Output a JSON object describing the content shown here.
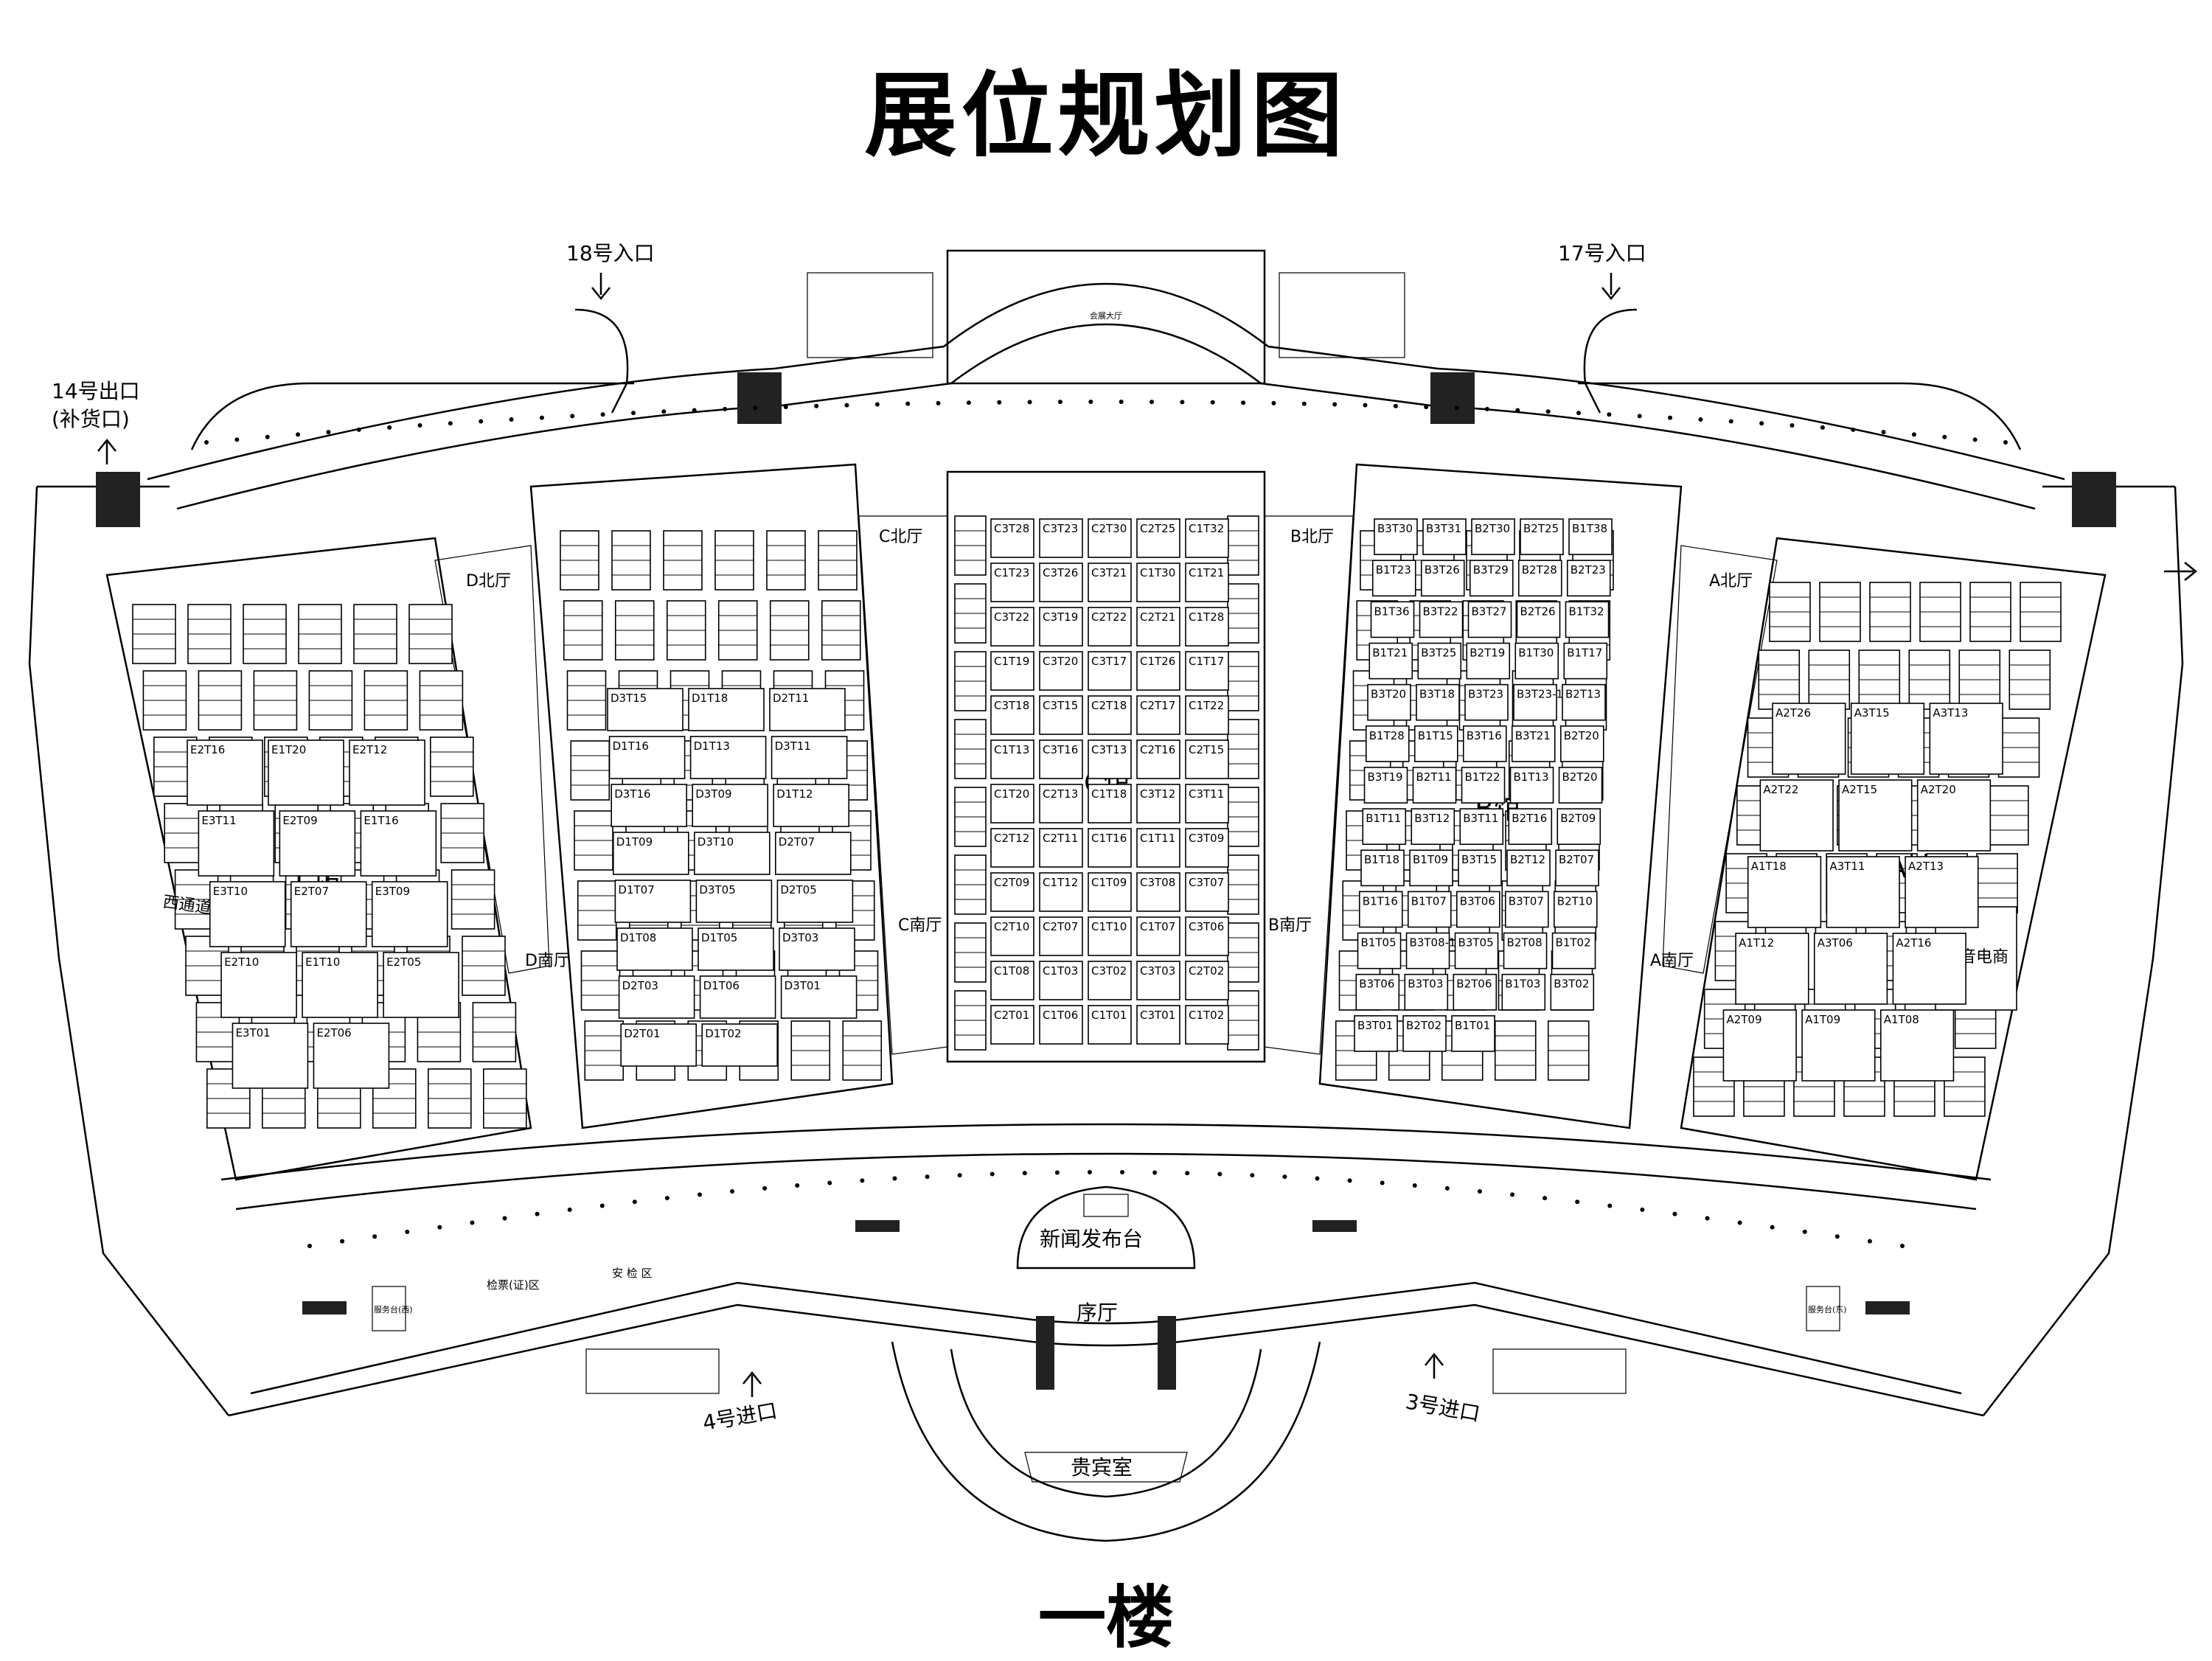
{
  "title": "展位规划图",
  "floor": "一楼",
  "halls": [
    {
      "id": "E",
      "name": "E馆",
      "hall_south": "",
      "hall_north": "",
      "booths": [
        "E2T16",
        "E1T20",
        "E2T12",
        "E3T11",
        "E2T09",
        "E1T16",
        "E3T10",
        "E2T07",
        "E3T09",
        "E2T10",
        "E1T10",
        "E2T05",
        "E3T01",
        "E2T06"
      ]
    },
    {
      "id": "D",
      "name": "D馆",
      "hall_south": "D南厅",
      "hall_north": "D北厅",
      "booths": [
        "D3T15",
        "D1T18",
        "D2T11",
        "D1T16",
        "D1T13",
        "D3T11",
        "D3T16",
        "D3T09",
        "D1T12",
        "D1T09",
        "D3T10",
        "D2T07",
        "D1T07",
        "D3T05",
        "D2T05",
        "D1T08",
        "D1T05",
        "D3T03",
        "D2T03",
        "D1T06",
        "D3T01",
        "D2T01",
        "D1T02"
      ]
    },
    {
      "id": "C",
      "name": "C馆",
      "hall_south": "C南厅",
      "hall_north": "C北厅",
      "booths": [
        "C3T28",
        "C3T23",
        "C2T30",
        "C2T25",
        "C1T32",
        "C1T23",
        "C3T26",
        "C3T21",
        "C1T30",
        "C1T21",
        "C3T22",
        "C3T19",
        "C2T22",
        "C2T21",
        "C1T28",
        "C1T19",
        "C3T20",
        "C3T17",
        "C1T26",
        "C1T17",
        "C3T18",
        "C3T15",
        "C2T18",
        "C2T17",
        "C1T22",
        "C1T13",
        "C3T16",
        "C3T13",
        "C2T16",
        "C2T15",
        "C1T20",
        "C2T13",
        "C1T18",
        "C3T12",
        "C3T11",
        "C2T12",
        "C2T11",
        "C1T16",
        "C1T11",
        "C3T09",
        "C2T09",
        "C1T12",
        "C1T09",
        "C3T08",
        "C3T07",
        "C2T10",
        "C2T07",
        "C1T10",
        "C1T07",
        "C3T06",
        "C1T08",
        "C1T03",
        "C3T02",
        "C3T03",
        "C2T02",
        "C2T01",
        "C1T06",
        "C1T01",
        "C3T01",
        "C1T02"
      ]
    },
    {
      "id": "B",
      "name": "B馆",
      "hall_south": "B南厅",
      "hall_north": "B北厅",
      "booths": [
        "B3T30",
        "B3T31",
        "B2T30",
        "B2T25",
        "B1T38",
        "B1T23",
        "B3T26",
        "B3T29",
        "B2T28",
        "B2T23",
        "B1T36",
        "B3T22",
        "B3T27",
        "B2T26",
        "B1T32",
        "B1T21",
        "B3T25",
        "B2T19",
        "B1T30",
        "B1T17",
        "B3T20",
        "B3T18",
        "B3T23",
        "B3T23-1",
        "B2T13",
        "B1T28",
        "B1T15",
        "B3T16",
        "B3T21",
        "B2T20",
        "B3T19",
        "B2T11",
        "B1T22",
        "B1T13",
        "B2T20",
        "B1T11",
        "B3T12",
        "B3T11",
        "B2T16",
        "B2T09",
        "B1T18",
        "B1T09",
        "B3T15",
        "B2T12",
        "B2T07",
        "B1T16",
        "B1T07",
        "B3T06",
        "B3T07",
        "B2T10",
        "B1T05",
        "B3T08-1",
        "B3T05",
        "B2T08",
        "B1T02",
        "B3T06",
        "B3T03",
        "B2T06",
        "B1T03",
        "B3T02",
        "B3T01",
        "B2T02",
        "B1T01"
      ]
    },
    {
      "id": "A",
      "name": "A馆",
      "hall_south": "A南厅",
      "hall_north": "A北厅",
      "booths": [
        "A2T26",
        "A3T15",
        "A3T13",
        "A2T22",
        "A2T15",
        "A2T20",
        "A1T18",
        "A3T11",
        "A2T13",
        "A1T12",
        "A3T06",
        "A2T16",
        "A2T09",
        "A1T09",
        "A1T08"
      ]
    }
  ],
  "special_areas": [
    "抖音电商",
    "西通道"
  ],
  "entrances": [
    {
      "name": "18号入口"
    },
    {
      "name": "17号入口"
    },
    {
      "name": "14号出口"
    },
    {
      "name": "(补货口)"
    },
    {
      "name": "4号进口"
    },
    {
      "name": "3号进口"
    }
  ],
  "foyer": {
    "press": "新闻发布台",
    "lobby": "序厅",
    "vip": "贵宾室",
    "security": "安 检 区",
    "ticket": "检票(证)区",
    "service_west": "服务台(西)",
    "service_east": "服务台(东)",
    "top_hall": "会展大厅"
  }
}
